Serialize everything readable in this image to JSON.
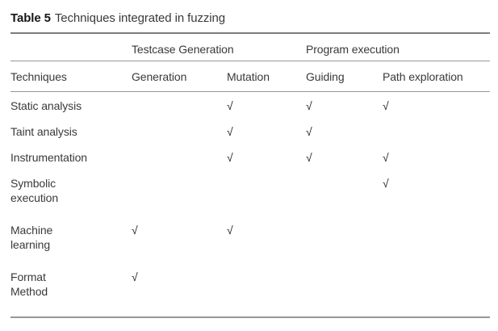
{
  "title": {
    "label": "Table 5",
    "text": "Techniques integrated in fuzzing"
  },
  "table": {
    "column_groups": [
      {
        "label": "Testcase Generation",
        "span": [
          "Generation",
          "Mutation"
        ]
      },
      {
        "label": "Program execution",
        "span": [
          "Guiding",
          "Path exploration"
        ]
      }
    ],
    "columns": [
      "Techniques",
      "Generation",
      "Mutation",
      "Guiding",
      "Path exploration"
    ],
    "check_glyph": "√",
    "rows": [
      {
        "technique": "Static analysis",
        "name_lines": [
          "Static analysis"
        ],
        "checks": [
          false,
          true,
          true,
          true
        ]
      },
      {
        "technique": "Taint analysis",
        "name_lines": [
          "Taint analysis"
        ],
        "checks": [
          false,
          true,
          true,
          false
        ]
      },
      {
        "technique": "Instrumentation",
        "name_lines": [
          "Instrumentation"
        ],
        "checks": [
          false,
          true,
          true,
          true
        ]
      },
      {
        "technique": "Symbolic execution",
        "name_lines": [
          "Symbolic",
          "execution"
        ],
        "checks": [
          false,
          false,
          false,
          true
        ]
      },
      {
        "technique": "Machine learning",
        "name_lines": [
          "Machine",
          "learning"
        ],
        "checks": [
          true,
          true,
          false,
          false
        ]
      },
      {
        "technique": "Format Method",
        "name_lines": [
          "Format",
          "Method"
        ],
        "checks": [
          true,
          false,
          false,
          false
        ]
      }
    ]
  },
  "colors": {
    "background": "#ffffff",
    "text": "#3a3a3a",
    "title_bold": "#161616",
    "rule": "#979797",
    "rule_dark": "#7d7d7d",
    "check": "#1d1d1d"
  }
}
